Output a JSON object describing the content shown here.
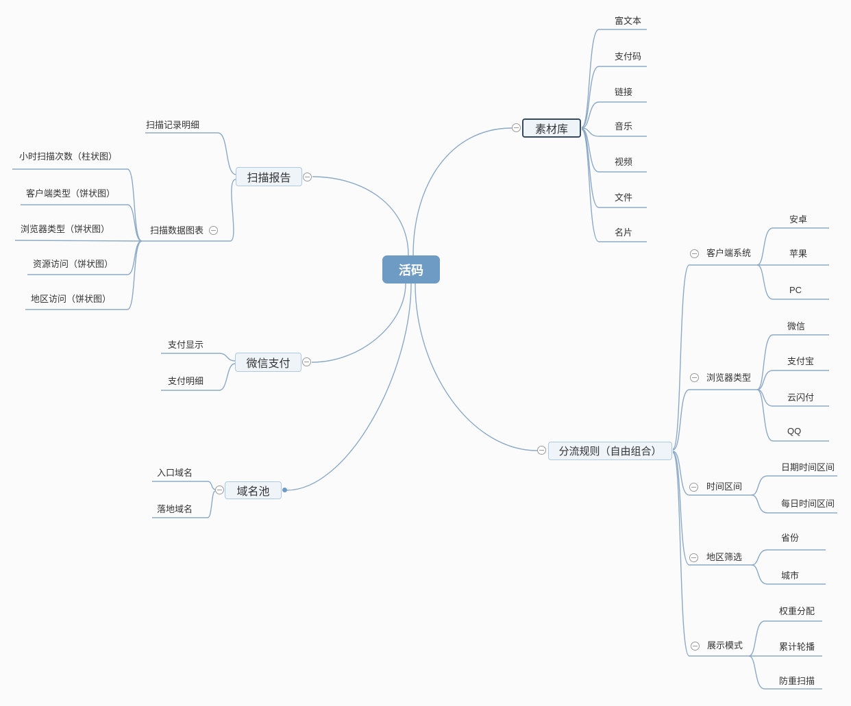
{
  "mindmap": {
    "root": {
      "label": "活码"
    },
    "branches": [
      {
        "label": "扫描报告",
        "children": [
          {
            "label": "扫描记录明细"
          },
          {
            "label": "扫描数据图表",
            "children": [
              {
                "label": "小时扫描次数（柱状图）"
              },
              {
                "label": "客户端类型（饼状图）"
              },
              {
                "label": "浏览器类型（饼状图）"
              },
              {
                "label": "资源访问（饼状图）"
              },
              {
                "label": "地区访问（饼状图）"
              }
            ]
          }
        ]
      },
      {
        "label": "微信支付",
        "children": [
          {
            "label": "支付显示"
          },
          {
            "label": "支付明细"
          }
        ]
      },
      {
        "label": "域名池",
        "children": [
          {
            "label": "入口域名"
          },
          {
            "label": "落地域名"
          }
        ]
      },
      {
        "label": "素材库",
        "children": [
          {
            "label": "富文本"
          },
          {
            "label": "支付码"
          },
          {
            "label": "链接"
          },
          {
            "label": "音乐"
          },
          {
            "label": "视频"
          },
          {
            "label": "文件"
          },
          {
            "label": "名片"
          }
        ]
      },
      {
        "label": "分流规则（自由组合）",
        "children": [
          {
            "label": "客户端系统",
            "children": [
              {
                "label": "安卓"
              },
              {
                "label": "苹果"
              },
              {
                "label": "PC"
              }
            ]
          },
          {
            "label": "浏览器类型",
            "children": [
              {
                "label": "微信"
              },
              {
                "label": "支付宝"
              },
              {
                "label": "云闪付"
              },
              {
                "label": "QQ"
              }
            ]
          },
          {
            "label": "时间区间",
            "children": [
              {
                "label": "日期时间区间"
              },
              {
                "label": "每日时间区间"
              }
            ]
          },
          {
            "label": "地区筛选",
            "children": [
              {
                "label": "省份"
              },
              {
                "label": "城市"
              }
            ]
          },
          {
            "label": "展示模式",
            "children": [
              {
                "label": "权重分配"
              },
              {
                "label": "累计轮播"
              },
              {
                "label": "防重扫描"
              }
            ]
          }
        ]
      }
    ],
    "icons": {
      "collapse": "minus-circle",
      "anchor": "dot"
    },
    "colors": {
      "root_bg": "#6e9bc3",
      "edge": "#8ba9c7",
      "node_bg": "#eff4f9",
      "node_border": "#aec9e3",
      "selected_border": "#33495e",
      "text": "#333333",
      "canvas_bg": "#fbfbfb"
    }
  }
}
